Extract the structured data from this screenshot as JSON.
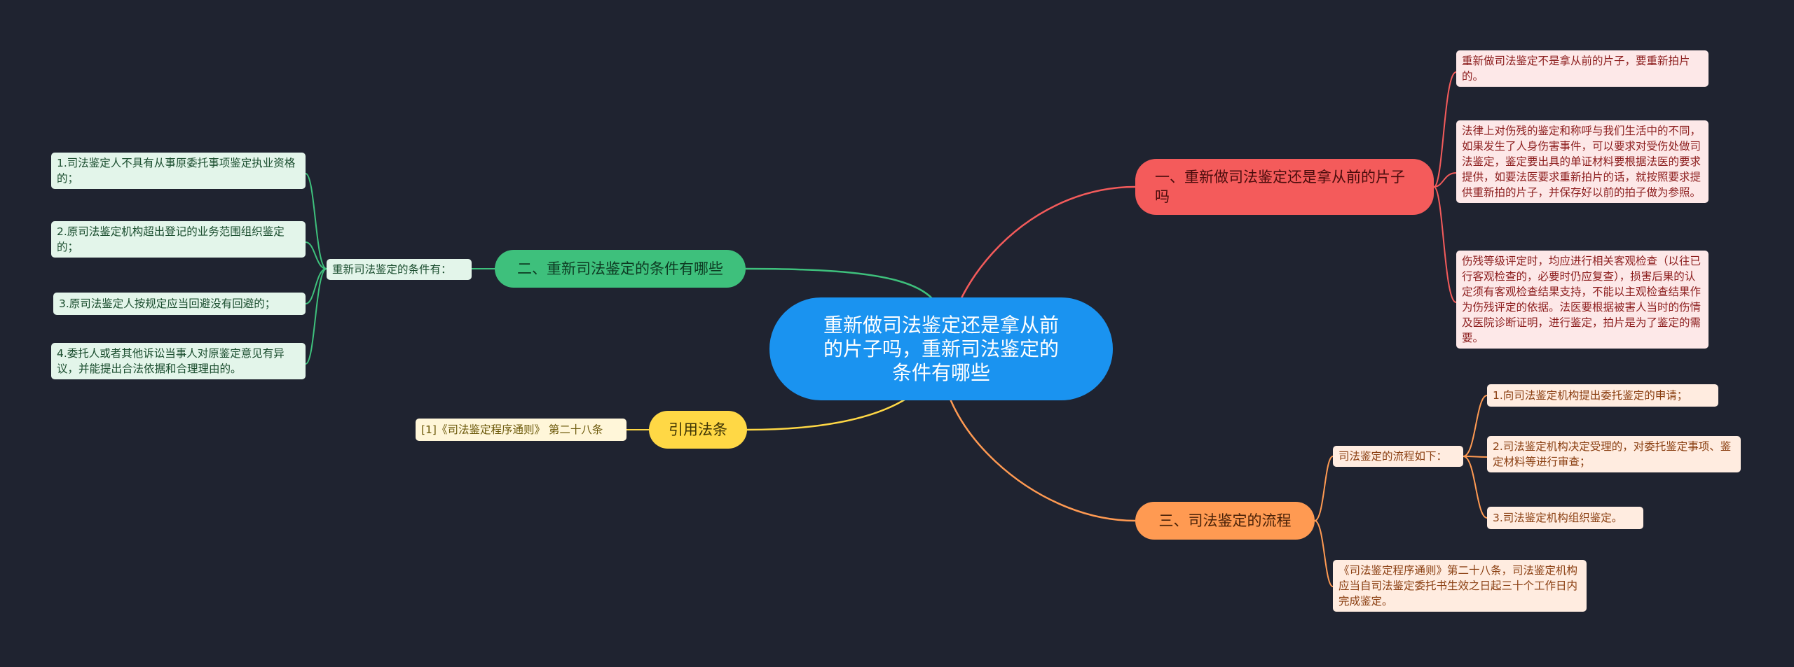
{
  "root": {
    "title": "重新做司法鉴定还是拿从前的片子吗，重新司法鉴定的条件有哪些"
  },
  "branch1": {
    "title": "一、重新做司法鉴定还是拿从前的片子吗",
    "leaves": [
      "重新做司法鉴定不是拿从前的片子，要重新拍片的。",
      "法律上对伤残的鉴定和称呼与我们生活中的不同，如果发生了人身伤害事件，可以要求对受伤处做司法鉴定，鉴定要出具的单证材料要根据法医的要求提供，如要法医要求重新拍片的话，就按照要求提供重新拍的片子，并保存好以前的拍子做为参照。",
      "伤残等级评定时，均应进行相关客观检查（以往已行客观检查的，必要时仍应复查），损害后果的认定须有客观检查结果支持，不能以主观检查结果作为伤残评定的依据。法医要根据被害人当时的伤情及医院诊断证明，进行鉴定，拍片是为了鉴定的需要。"
    ]
  },
  "branch2": {
    "title": "二、重新司法鉴定的条件有哪些",
    "sub": "重新司法鉴定的条件有：",
    "leaves": [
      "1.司法鉴定人不具有从事原委托事项鉴定执业资格的；",
      "2.原司法鉴定机构超出登记的业务范围组织鉴定的；",
      "3.原司法鉴定人按规定应当回避没有回避的；",
      "4.委托人或者其他诉讼当事人对原鉴定意见有异议，并能提出合法依据和合理理由的。"
    ]
  },
  "branch3": {
    "title": "三、司法鉴定的流程",
    "sub": "司法鉴定的流程如下：",
    "leaves": [
      "1.向司法鉴定机构提出委托鉴定的申请；",
      "2.司法鉴定机构决定受理的，对委托鉴定事项、鉴定材料等进行审查；",
      "3.司法鉴定机构组织鉴定。"
    ],
    "note": "《司法鉴定程序通则》第二十八条，司法鉴定机构应当自司法鉴定委托书生效之日起三十个工作日内完成鉴定。"
  },
  "branch4": {
    "title": "引用法条",
    "leaf": "[1]《司法鉴定程序通则》 第二十八条"
  },
  "colors": {
    "background": "#1f2330",
    "root": "#1a93f0",
    "branch1": "#f45b5b",
    "branch2": "#3ec07c",
    "branch3": "#ff9a52",
    "branch4": "#ffd845"
  }
}
